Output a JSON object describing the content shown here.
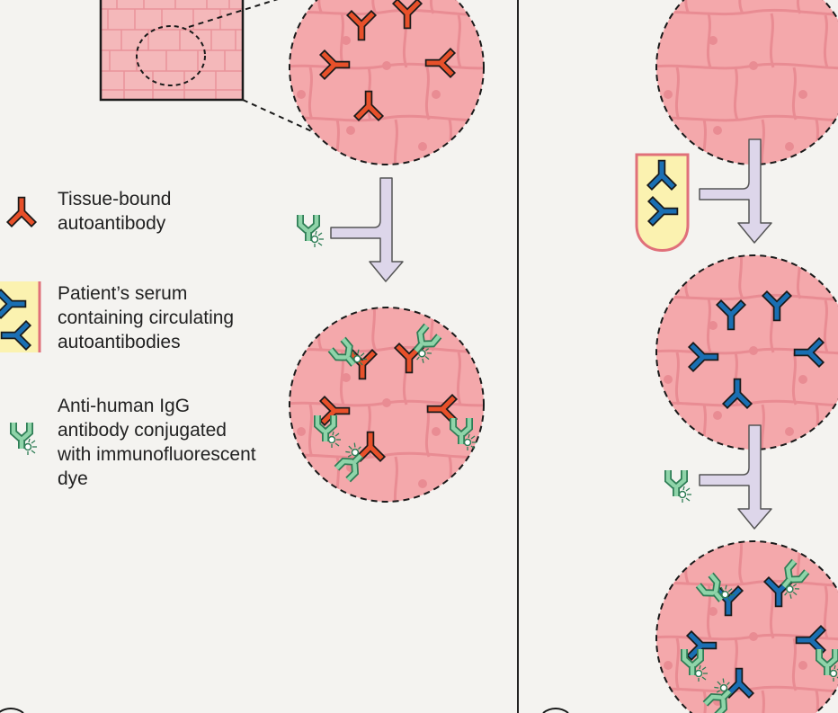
{
  "legend": {
    "tissue_bound": "Tissue-bound\nautoantibody",
    "patient_serum": "Patient’s serum\ncontaining circulating\nautoantibodies",
    "anti_human": "Anti-human IgG\nantibody conjugated\nwith immunofluorescent\ndye"
  },
  "colors": {
    "background": "#f4f3f0",
    "tissue": "#f4a8ab",
    "tissue_line": "#e98c93",
    "tissue_antibody": "#e8502a",
    "serum_antibody": "#1a6fb3",
    "fluorescent_antibody": "#5cbf8a",
    "arrow": "#ddd6ea",
    "serum_tube": "#fbf2b0",
    "serum_tube_border": "#e0707a"
  },
  "icons": [
    "y-antibody-icon",
    "fluorescent-antibody-icon",
    "down-arrow-icon",
    "test-tube-icon"
  ]
}
